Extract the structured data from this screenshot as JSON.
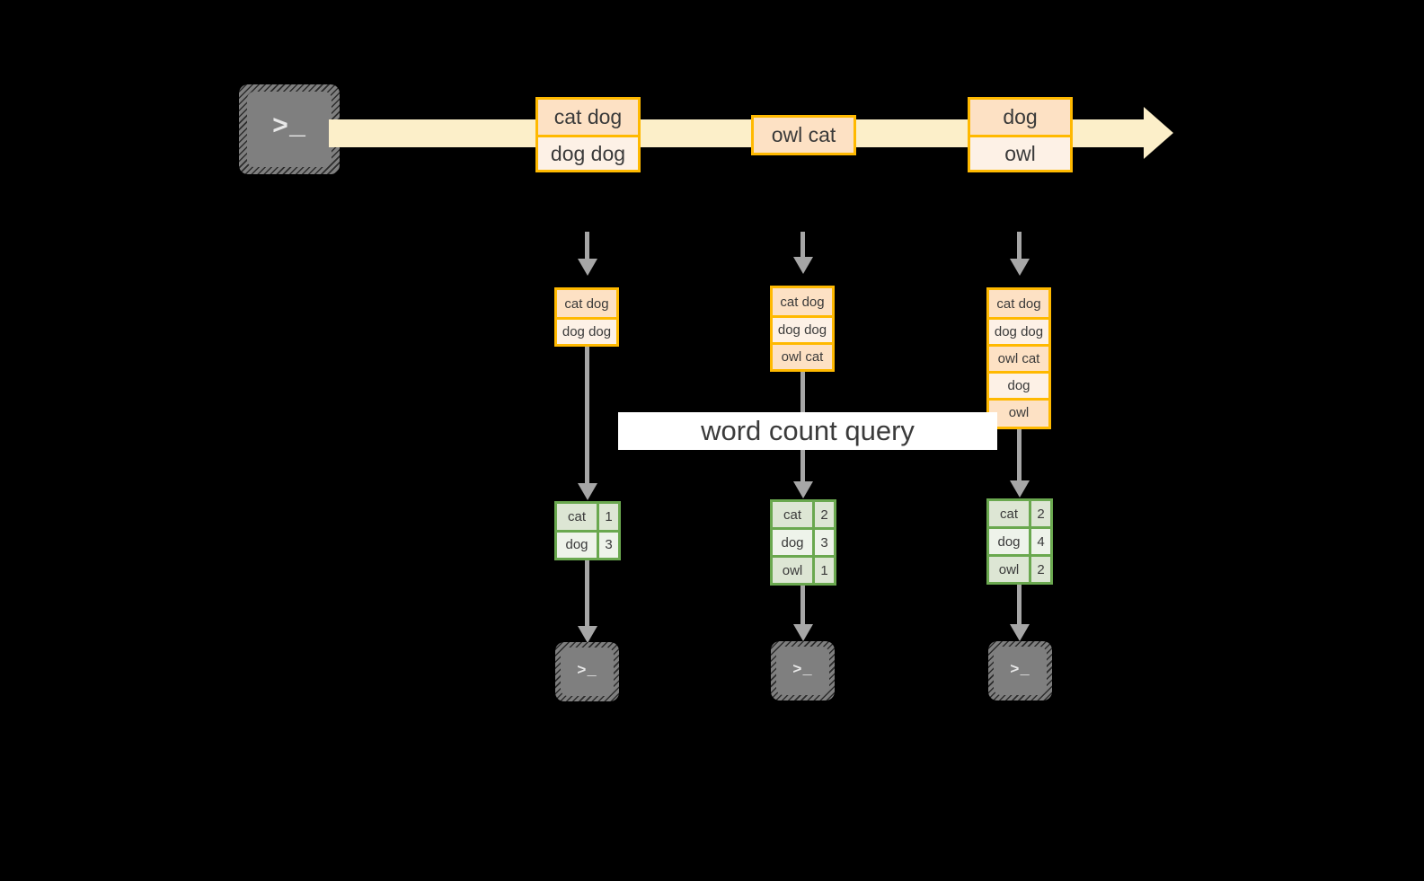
{
  "diagram": {
    "title_label": "word count query",
    "colors": {
      "background": "#000000",
      "stream_fill": "#fcefc9",
      "box_border": "#ffb900",
      "box_fill_dark": "#fde1c4",
      "box_fill_light": "#fdf1e6",
      "table_border": "#6aa84f",
      "table_fill_dark": "#dde6d4",
      "table_fill_light": "#eef3ea",
      "connector": "#a6a6a6",
      "terminal_fill": "#7f7f7f",
      "label_fill": "#ffffff",
      "text": "#3a3a3a"
    },
    "producer_terminal": {
      "icon": "terminal-icon",
      "glyph": ">_"
    },
    "stream": {
      "arrow_icon": "right-arrow-icon",
      "batches": [
        {
          "name": "batch-1",
          "lines": [
            "cat dog",
            "dog dog"
          ]
        },
        {
          "name": "batch-2",
          "lines": [
            "owl cat"
          ]
        },
        {
          "name": "batch-3",
          "lines": [
            "dog",
            "owl"
          ]
        }
      ]
    },
    "snapshots": [
      {
        "name": "snapshot-t1",
        "lines": [
          "cat dog",
          "dog dog"
        ],
        "result": {
          "rows": [
            {
              "word": "cat",
              "count": "1"
            },
            {
              "word": "dog",
              "count": "3"
            }
          ]
        },
        "consumer_terminal": {
          "icon": "terminal-icon",
          "glyph": ">_"
        }
      },
      {
        "name": "snapshot-t2",
        "lines": [
          "cat dog",
          "dog dog",
          "owl cat"
        ],
        "result": {
          "rows": [
            {
              "word": "cat",
              "count": "2"
            },
            {
              "word": "dog",
              "count": "3"
            },
            {
              "word": "owl",
              "count": "1"
            }
          ]
        },
        "consumer_terminal": {
          "icon": "terminal-icon",
          "glyph": ">_"
        }
      },
      {
        "name": "snapshot-t3",
        "lines": [
          "cat dog",
          "dog dog",
          "owl cat",
          "dog",
          "owl"
        ],
        "result": {
          "rows": [
            {
              "word": "cat",
              "count": "2"
            },
            {
              "word": "dog",
              "count": "4"
            },
            {
              "word": "owl",
              "count": "2"
            }
          ]
        },
        "consumer_terminal": {
          "icon": "terminal-icon",
          "glyph": ">_"
        }
      }
    ]
  }
}
